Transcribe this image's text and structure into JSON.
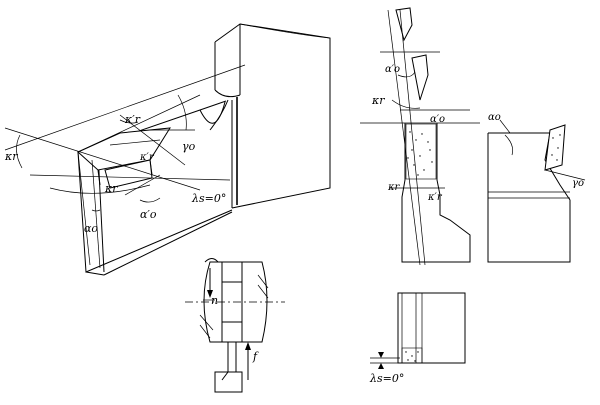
{
  "labels": {
    "main_view": {
      "kr": "κr",
      "kr_prime": "κ′r",
      "kr_prime2": "κ′r",
      "kr_lower": "κr",
      "gamma_o": "γo",
      "alpha_o_prime": "α′o",
      "alpha_o": "αo",
      "lambda_s": "λs=0°"
    },
    "turning_setup": {
      "n": "n",
      "f": "f"
    },
    "top_right_views": {
      "alpha_o_prime_a": "α′o",
      "alpha_o_prime_b": "α′o",
      "kr": "κr",
      "alpha_o": "αo",
      "gamma_o": "γo",
      "kr_small": "κr",
      "kr_prime": "κ′r"
    },
    "bottom_right_view": {
      "lambda_s": "λs=0°"
    }
  }
}
